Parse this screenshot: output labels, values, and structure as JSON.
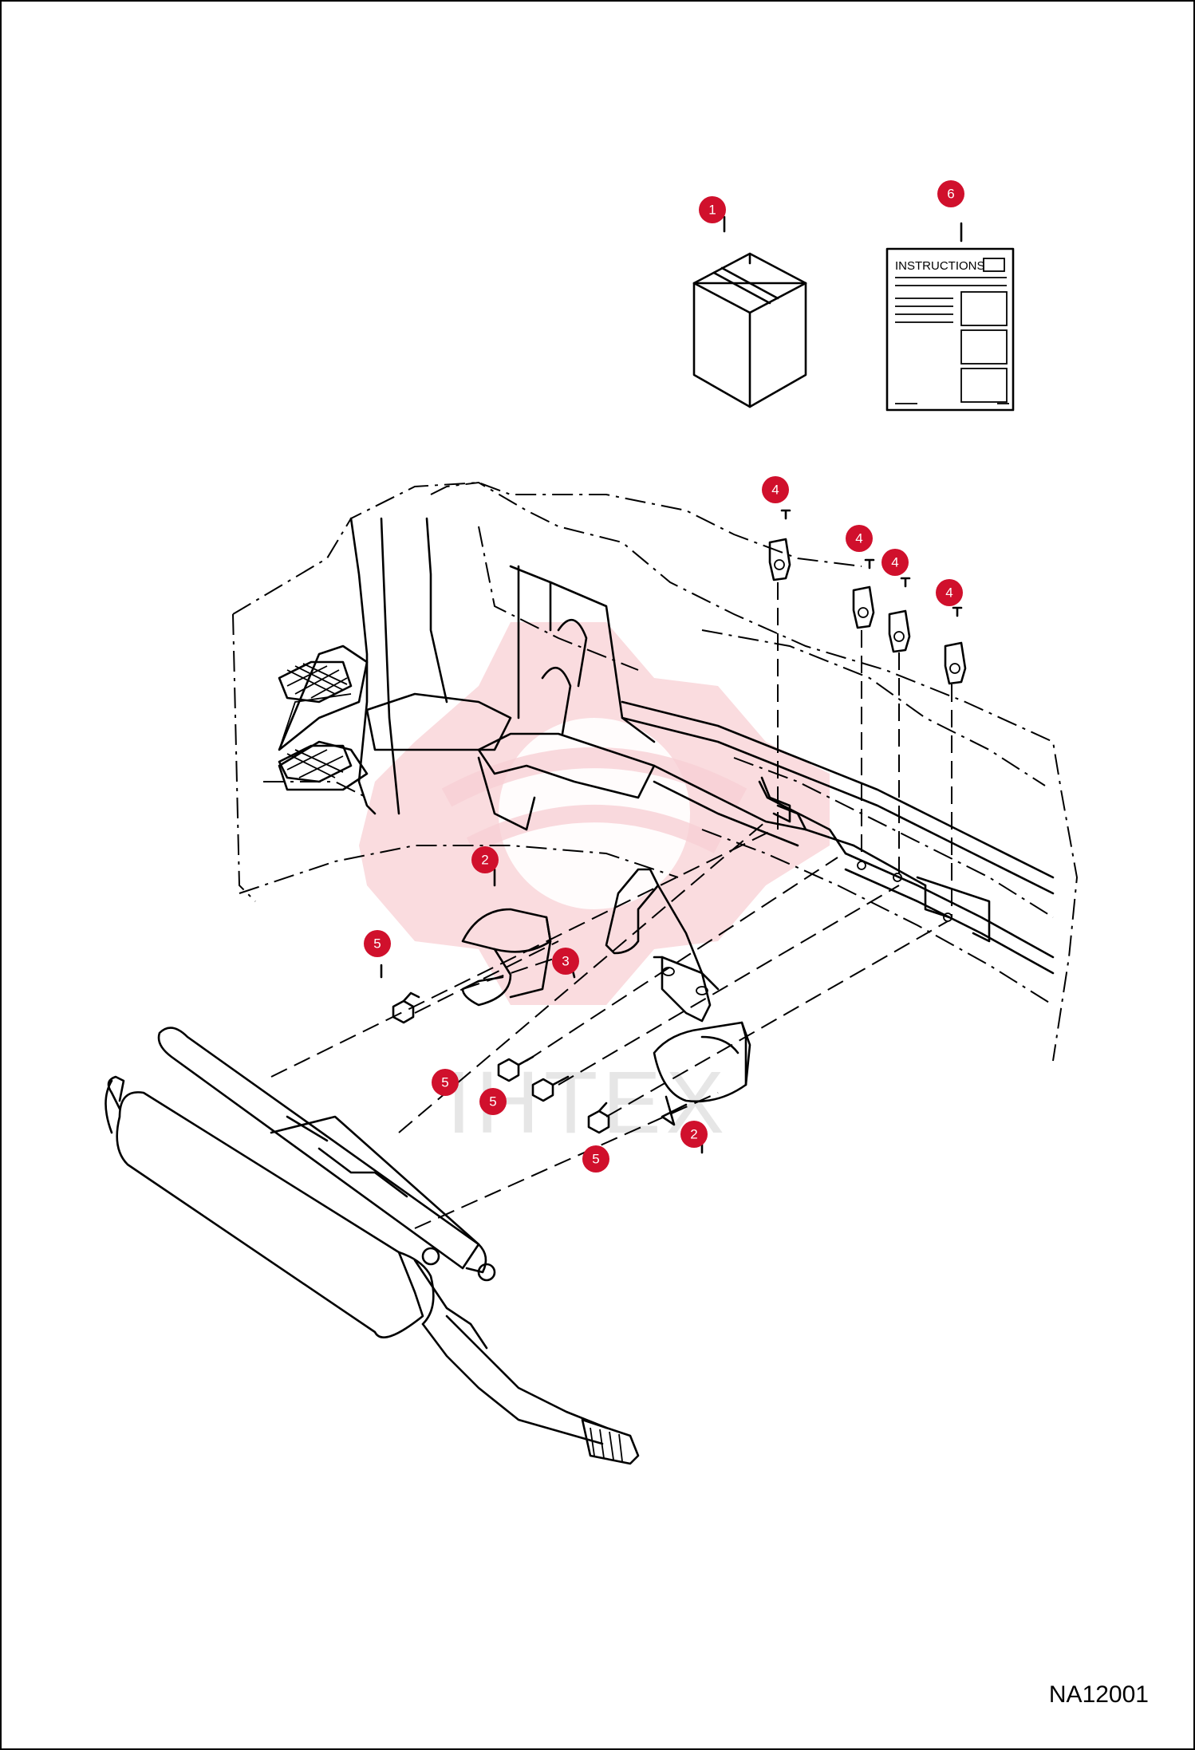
{
  "diagram": {
    "code": "NA12001",
    "instructions_label": "INSTRUCTIONS",
    "watermark_text": "ІНТЕХ",
    "accent_color": "#d0102c",
    "callouts": [
      {
        "id": "c1",
        "label": "1"
      },
      {
        "id": "c6",
        "label": "6"
      },
      {
        "id": "c4a",
        "label": "4"
      },
      {
        "id": "c4b",
        "label": "4"
      },
      {
        "id": "c4c",
        "label": "4"
      },
      {
        "id": "c4d",
        "label": "4"
      },
      {
        "id": "c2a",
        "label": "2"
      },
      {
        "id": "c5a",
        "label": "5"
      },
      {
        "id": "c3",
        "label": "3"
      },
      {
        "id": "c5b",
        "label": "5"
      },
      {
        "id": "c5c",
        "label": "5"
      },
      {
        "id": "c5d",
        "label": "5"
      },
      {
        "id": "c2b",
        "label": "2"
      }
    ]
  }
}
